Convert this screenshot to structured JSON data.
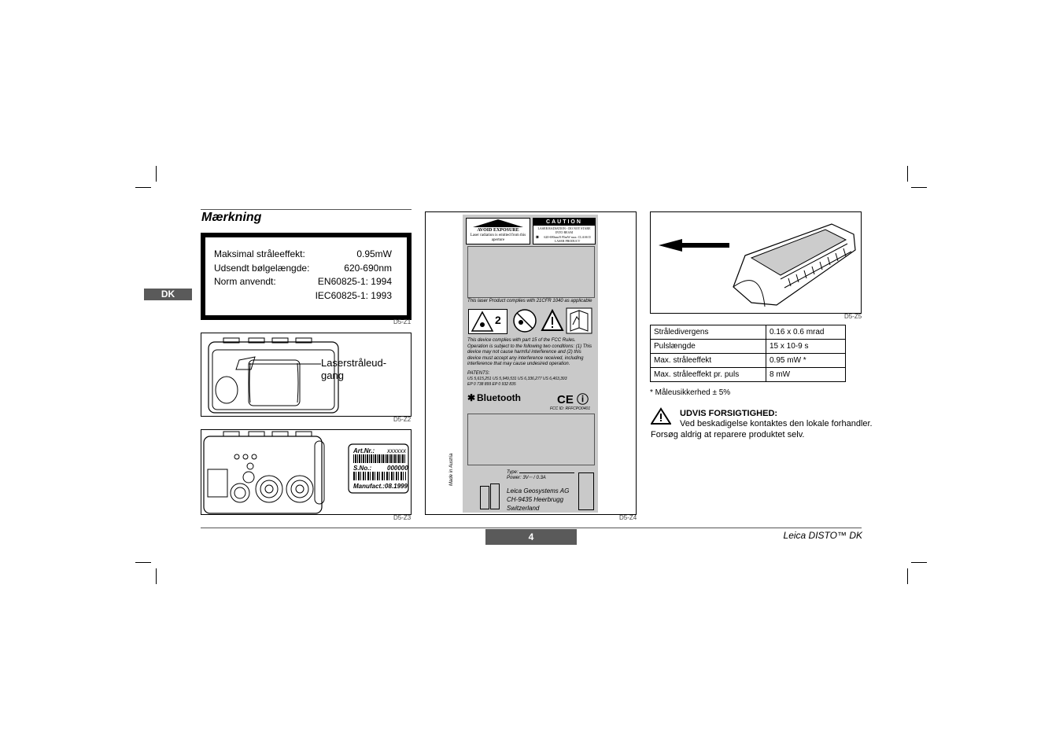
{
  "section_title": "Mærkning",
  "language_tab": "DK",
  "laser_specs": [
    {
      "label": "Maksimal stråleeffekt:",
      "value": "0.95mW"
    },
    {
      "label": "Udsendt bølgelængde:",
      "value": "620-690nm"
    },
    {
      "label": "Norm anvendt:",
      "value": "EN60825-1: 1994"
    },
    {
      "label": "",
      "value": "IEC60825-1: 1993"
    }
  ],
  "captions": {
    "z1": "D5-Z1",
    "z2": "D5-Z2",
    "z3": "D5-Z3",
    "z4": "D5-Z4",
    "z5": "D5-Z5"
  },
  "figure_z2_label": "Laserstråleud-\ngang",
  "type_plate": {
    "art_nr_label": "Art.Nr.:",
    "art_nr_value": "xxxxxx",
    "serial_label": "S.No.:",
    "serial_value": "000000",
    "manufact_label": "Manufact.:",
    "manufact_value": "08.1999"
  },
  "device_label": {
    "avoid_exposure_title": "AVOID EXPOSURE",
    "avoid_exposure_text": "Laser radiation is emitted from this aperture",
    "caution_title": "CAUTION",
    "caution_text1": "LASER RADIATION - DO NOT STARE INTO BEAM",
    "caution_text2": "620-690nm/0.95mW max. CLASS II LASER PRODUCT",
    "compliance": "This laser Product complies with 21CFR 1040 as applicable",
    "class_number": "2",
    "fcc_text": "This device complies with part 15 of the FCC Rules. Operation is subject to the following two conditions: (1) This device may not cause harmful interference and (2) this device must accept any interference received, including interference that may cause undesired operation.",
    "patents_label": "PATENTS:",
    "patents_line1": "US 5,615,251   US 5,949,531   US 6,336,277   US 6,463,393",
    "patents_line2": "EP 0 738 899   EP 0 932 835",
    "bluetooth": "Bluetooth",
    "fcc_id": "FCC ID: RFFCPO0401",
    "made_in": "Made in Austria",
    "type_label": "Type:",
    "power_label": "Power:  3V⎓ / 0.3A",
    "company_line1": "Leica Geosystems AG",
    "company_line2": "CH-9435 Heerbrugg",
    "company_line3": "Switzerland"
  },
  "properties_table": [
    {
      "name": "Stråledivergens",
      "value": "0.16 x 0.6 mrad"
    },
    {
      "name": "Pulslængde",
      "value": "15 x 10-9 s"
    },
    {
      "name": "Max. stråleeffekt",
      "value": "0.95 mW *"
    },
    {
      "name": "Max. stråleeffekt pr. puls",
      "value": "8 mW"
    }
  ],
  "footnote": "* Måleusikkerhed ± 5%",
  "warning": {
    "title": "UDVIS FORSIGTIGHED:",
    "line1": "Ved beskadigelse kontaktes den lokale forhandler.",
    "line2": "Forsøg aldrig at reparere produktet selv."
  },
  "page_number": "4",
  "footer_text": "Leica DISTO™ DK"
}
